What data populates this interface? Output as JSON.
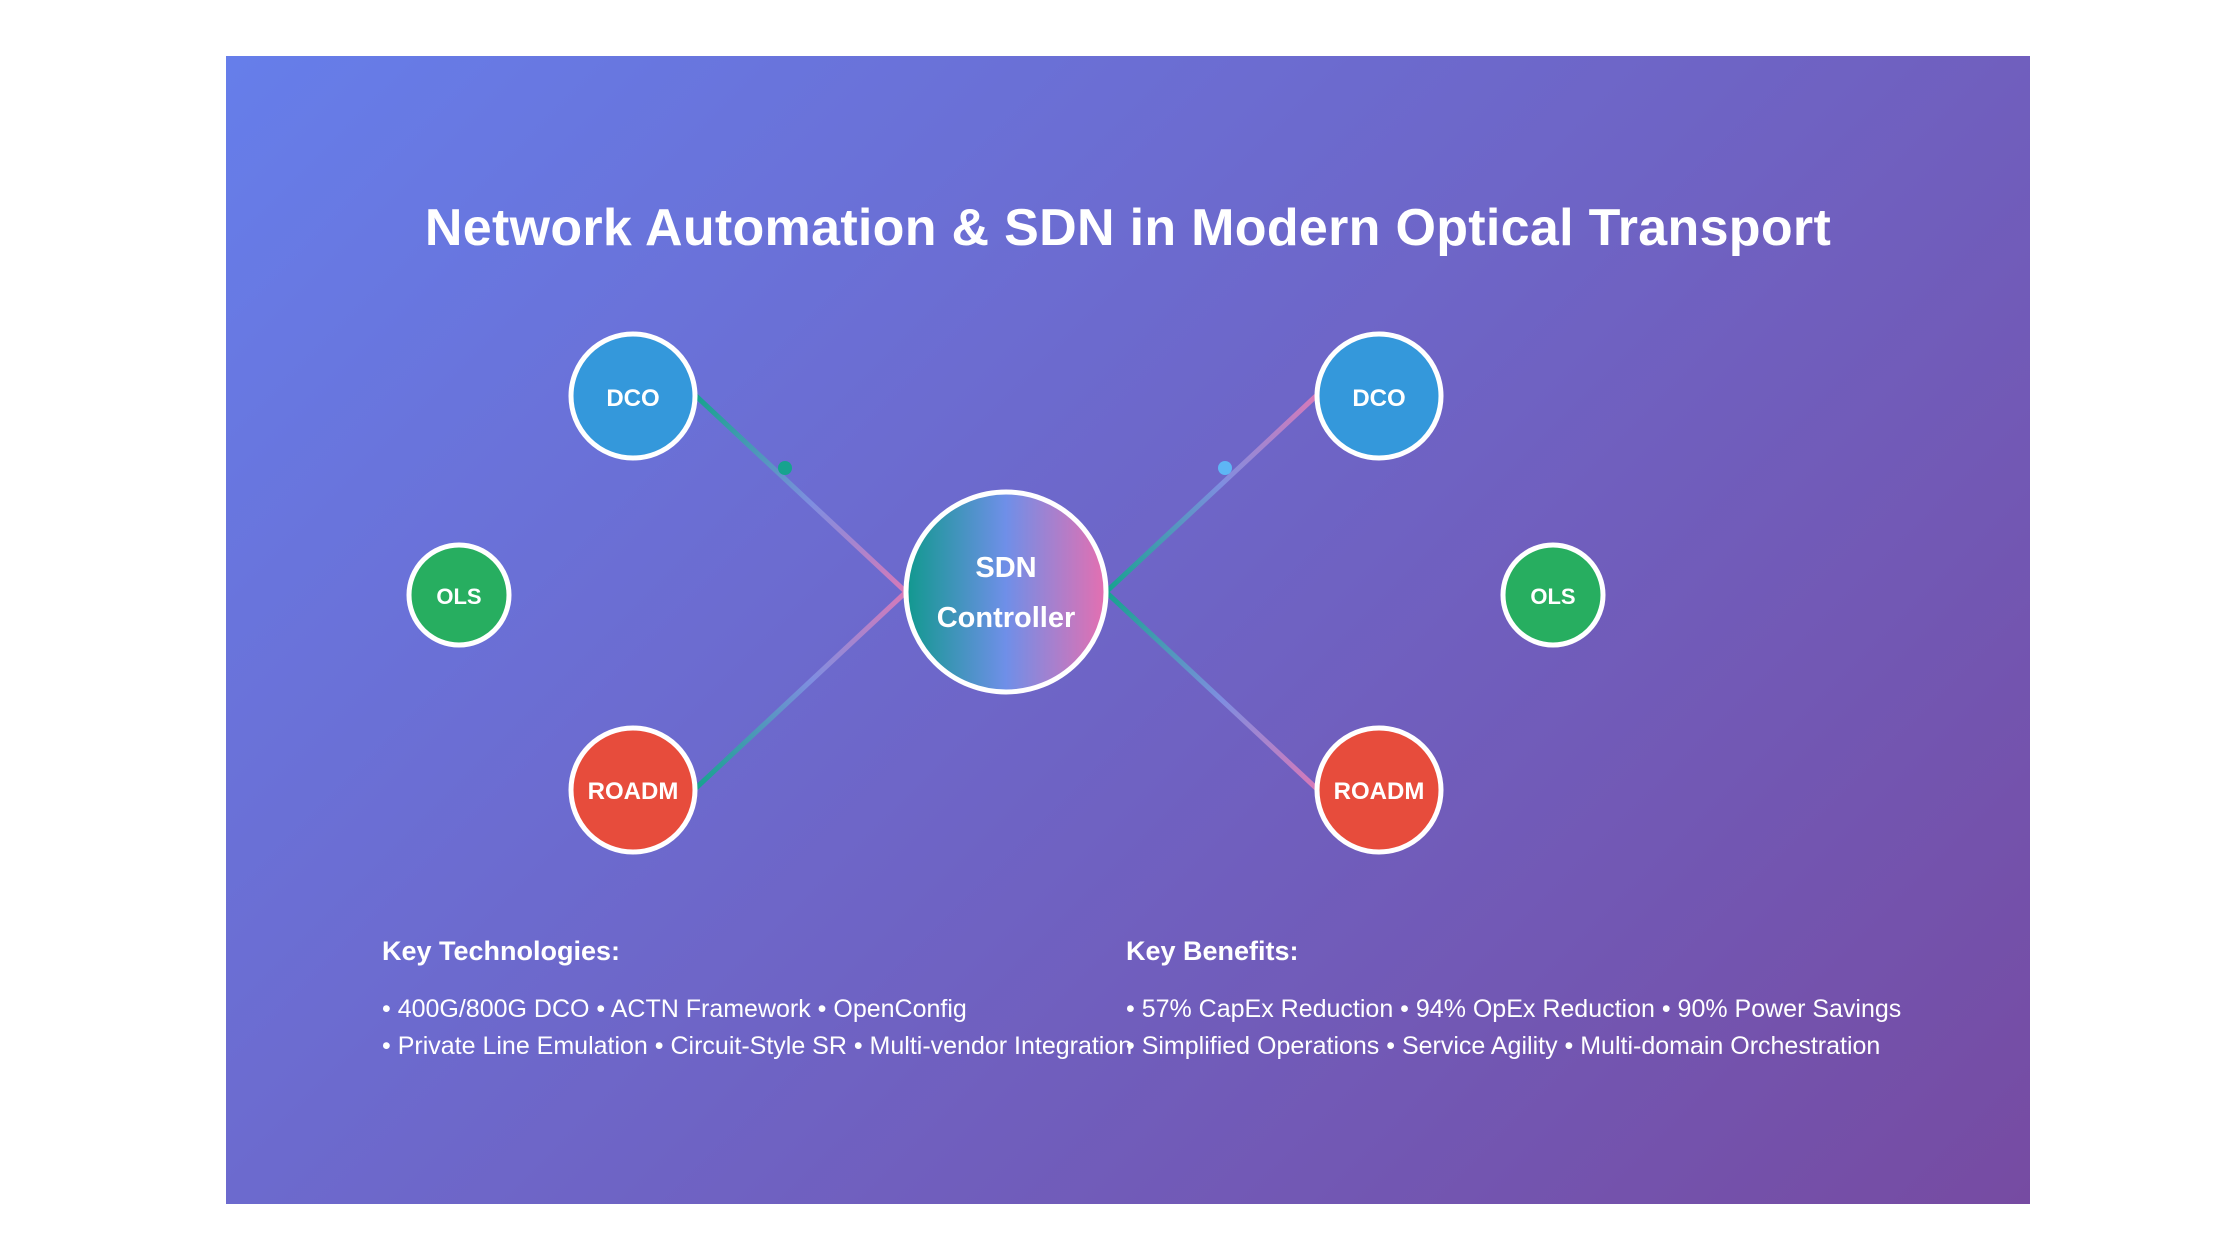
{
  "title": "Network Automation & SDN in Modern Optical Transport",
  "controller": {
    "line1": "SDN",
    "line2": "Controller"
  },
  "nodes": {
    "dco_left": "DCO",
    "dco_right": "DCO",
    "ols_left": "OLS",
    "ols_right": "OLS",
    "roadm_left": "ROADM",
    "roadm_right": "ROADM"
  },
  "colors": {
    "background_start": "#667eea",
    "background_end": "#764ba2",
    "dco": "#3498db",
    "ols": "#27ae60",
    "roadm": "#e74c3c",
    "controller_gradient": [
      "#11998e",
      "#6f8fe8",
      "#e56fb0"
    ],
    "node_border": "#ffffff"
  },
  "key_technologies": {
    "heading": "Key Technologies:",
    "line1": "• 400G/800G DCO • ACTN Framework • OpenConfig",
    "line2": "• Private Line Emulation • Circuit-Style SR • Multi-vendor Integration"
  },
  "key_benefits": {
    "heading": "Key Benefits:",
    "line1": "• 57% CapEx Reduction • 94% OpEx Reduction • 90% Power Savings",
    "line2": "• Simplified Operations • Service Agility • Multi-domain Orchestration"
  }
}
